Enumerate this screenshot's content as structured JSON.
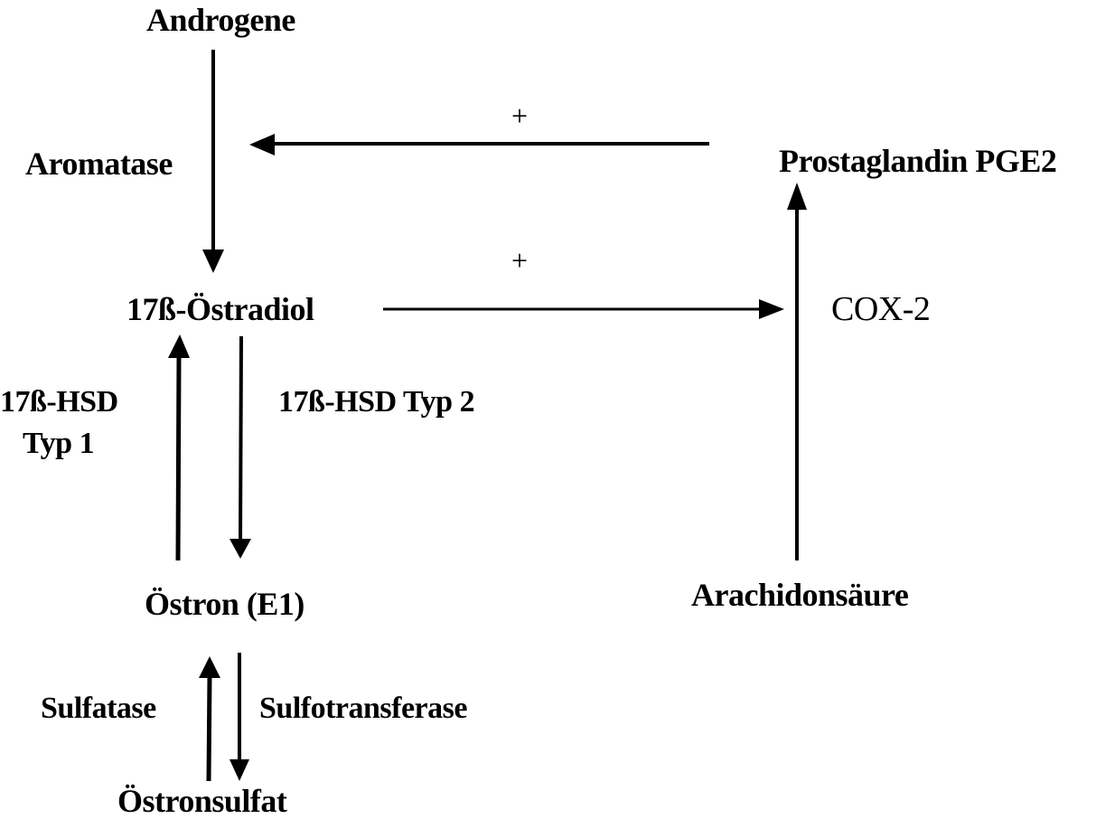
{
  "diagram": {
    "nodes": {
      "androgene": "Androgene",
      "oestradiol": "17ß-Östradiol",
      "oestron": "Östron (E1)",
      "oestronsulfat": "Östronsulfat",
      "prostaglandin": "Prostaglandin PGE2",
      "arachidonsaeure": "Arachidonsäure"
    },
    "enzymes": {
      "aromatase": "Aromatase",
      "hsd_typ1_line1": "17ß-HSD",
      "hsd_typ1_line2": "Typ 1",
      "hsd_typ2": "17ß-HSD Typ 2",
      "sulfatase": "Sulfatase",
      "sulfotransferase": "Sulfotransferase",
      "cox2": "COX-2"
    },
    "signs": {
      "pge2_to_aromatase": "+",
      "oestradiol_to_cox2": "+"
    },
    "edges": [
      {
        "from": "Androgene",
        "to": "17ß-Östradiol",
        "label": "Aromatase"
      },
      {
        "from": "Prostaglandin PGE2",
        "to": "Aromatase",
        "label": "+"
      },
      {
        "from": "17ß-Östradiol",
        "to": "COX-2",
        "label": "+"
      },
      {
        "from": "Arachidonsäure",
        "to": "Prostaglandin PGE2",
        "label": "COX-2"
      },
      {
        "from": "Östron (E1)",
        "to": "17ß-Östradiol",
        "label": "17ß-HSD Typ 1"
      },
      {
        "from": "17ß-Östradiol",
        "to": "Östron (E1)",
        "label": "17ß-HSD Typ 2"
      },
      {
        "from": "Östronsulfat",
        "to": "Östron (E1)",
        "label": "Sulfatase"
      },
      {
        "from": "Östron (E1)",
        "to": "Östronsulfat",
        "label": "Sulfotransferase"
      }
    ],
    "colors": {
      "ink": "#000000",
      "background": "#ffffff"
    }
  }
}
